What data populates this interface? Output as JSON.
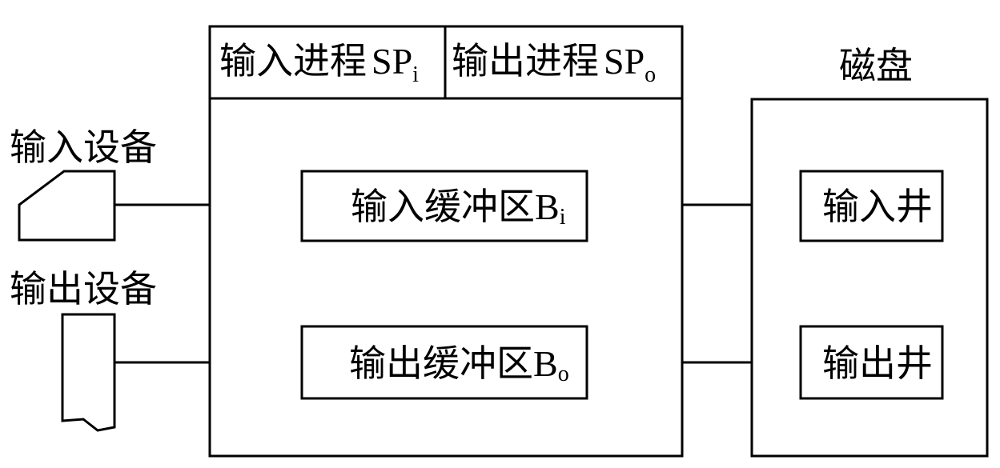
{
  "devices": {
    "input_label": "输入设备",
    "output_label": "输出设备"
  },
  "spooling_system": {
    "input_process": {
      "label": "输入进程",
      "symbol": "SP",
      "subscript": "i"
    },
    "output_process": {
      "label": "输出进程",
      "symbol": "SP",
      "subscript": "o"
    },
    "input_buffer": {
      "label": "输入缓冲区",
      "symbol": "B",
      "subscript": "i"
    },
    "output_buffer": {
      "label": "输出缓冲区",
      "symbol": "B",
      "subscript": "o"
    }
  },
  "disk": {
    "title": "磁盘",
    "input_well": "输入井",
    "output_well": "输出井"
  }
}
